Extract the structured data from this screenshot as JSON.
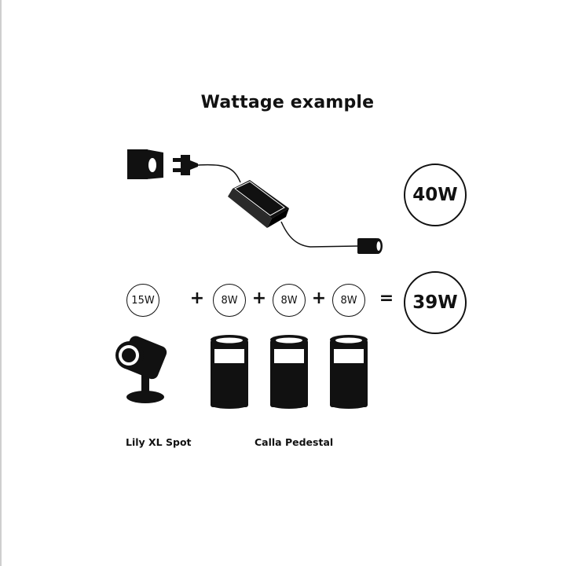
{
  "title": "Wattage example",
  "adapter_total": {
    "label": "40W"
  },
  "equation": {
    "items": [
      {
        "label": "15W"
      },
      {
        "label": "8W"
      },
      {
        "label": "8W"
      },
      {
        "label": "8W"
      }
    ],
    "plus": "+",
    "equals": "=",
    "total": "39W"
  },
  "captions": {
    "spot": "Lily XL Spot",
    "pedestal": "Calla Pedestal"
  }
}
